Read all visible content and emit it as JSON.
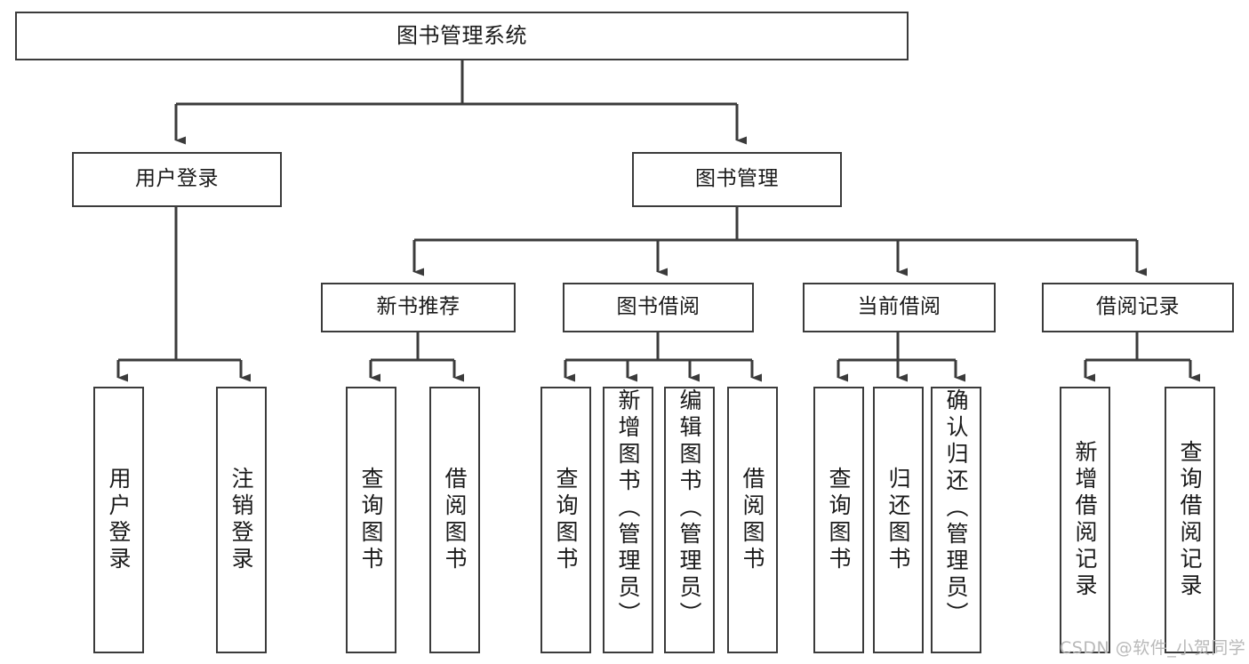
{
  "diagram": {
    "title": "图书管理系统",
    "type": "tree-hierarchy",
    "watermark": "CSDN @软件_小贺同学",
    "stroke_color": "#3b3b3b",
    "background_color": "#ffffff"
  },
  "nodes": {
    "root": {
      "label": "图书管理系统",
      "level": 1
    },
    "l2": [
      {
        "id": "user-login",
        "label": "用户登录",
        "level": 2
      },
      {
        "id": "book-manage",
        "label": "图书管理",
        "level": 2
      }
    ],
    "l3": [
      {
        "id": "new-book-recommend",
        "label": "新书推荐",
        "level": 3
      },
      {
        "id": "book-borrow",
        "label": "图书借阅",
        "level": 3
      },
      {
        "id": "current-borrow",
        "label": "当前借阅",
        "level": 3
      },
      {
        "id": "borrow-record",
        "label": "借阅记录",
        "level": 3
      }
    ],
    "leaves": [
      {
        "id": "leaf-user-login",
        "label": "用户登录",
        "parent": "user-login"
      },
      {
        "id": "leaf-logout-login",
        "label": "注销登录",
        "parent": "user-login"
      },
      {
        "id": "leaf-query-book-1",
        "label": "查询图书",
        "parent": "new-book-recommend"
      },
      {
        "id": "leaf-borrow-book-1",
        "label": "借阅图书",
        "parent": "new-book-recommend"
      },
      {
        "id": "leaf-query-book-2",
        "label": "查询图书",
        "parent": "book-borrow"
      },
      {
        "id": "leaf-add-book",
        "label": "新增图书（管理员）",
        "parent": "book-borrow"
      },
      {
        "id": "leaf-edit-book",
        "label": "编辑图书（管理员）",
        "parent": "book-borrow"
      },
      {
        "id": "leaf-borrow-book-2",
        "label": "借阅图书",
        "parent": "book-borrow"
      },
      {
        "id": "leaf-query-book-3",
        "label": "查询图书",
        "parent": "current-borrow"
      },
      {
        "id": "leaf-return-book",
        "label": "归还图书",
        "parent": "current-borrow"
      },
      {
        "id": "leaf-confirm-return",
        "label": "确认归还（管理员）",
        "parent": "current-borrow"
      },
      {
        "id": "leaf-add-record",
        "label": "新增借阅记录",
        "parent": "borrow-record"
      },
      {
        "id": "leaf-query-record",
        "label": "查询借阅记录",
        "parent": "borrow-record"
      }
    ]
  }
}
